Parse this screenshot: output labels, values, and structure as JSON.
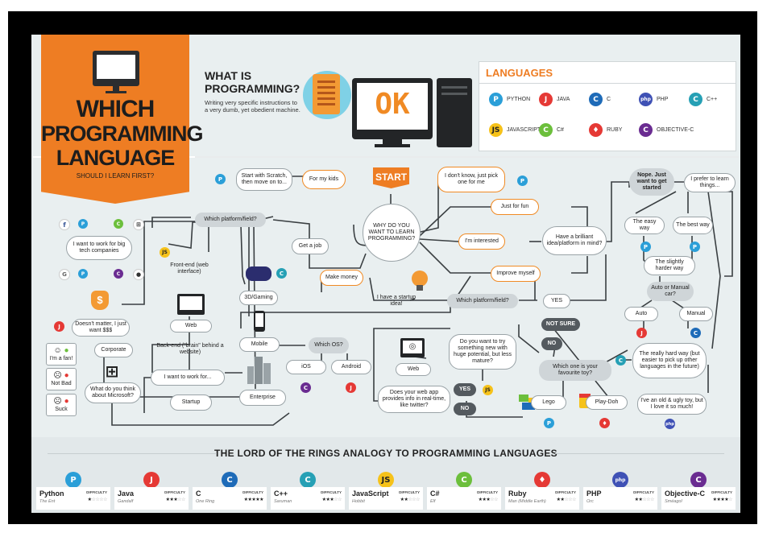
{
  "title": {
    "line1": "WHICH",
    "line2": "PROGRAMMING",
    "line3": "LANGUAGE",
    "sub": "SHOULD I LEARN FIRST?"
  },
  "what": {
    "heading1": "WHAT IS",
    "heading2": "PROGRAMMING?",
    "desc": "Writing very specific instructions to a very dumb, yet obedient machine.",
    "monitor_text": "OK"
  },
  "languages": {
    "heading": "LANGUAGES",
    "items": [
      {
        "name": "PYTHON",
        "icon": "python-icon",
        "color": "#2b9fd8",
        "glyph": "P"
      },
      {
        "name": "JAVA",
        "icon": "java-icon",
        "color": "#e53935",
        "glyph": "J"
      },
      {
        "name": "C",
        "icon": "c-icon",
        "color": "#1e6bb8",
        "glyph": "C"
      },
      {
        "name": "PHP",
        "icon": "php-icon",
        "color": "#3f51b5",
        "glyph": "php"
      },
      {
        "name": "C++",
        "icon": "cpp-icon",
        "color": "#26a0b5",
        "glyph": "C"
      },
      {
        "name": "JAVASCRIPT",
        "icon": "javascript-icon",
        "color": "#f6c21a",
        "glyph": "JS"
      },
      {
        "name": "C#",
        "icon": "csharp-icon",
        "color": "#6cbf3c",
        "glyph": "C"
      },
      {
        "name": "RUBY",
        "icon": "ruby-icon",
        "color": "#e53935",
        "glyph": "♦"
      },
      {
        "name": "OBJECTIVE-C",
        "icon": "objective-c-icon",
        "color": "#6a2c91",
        "glyph": "C"
      }
    ]
  },
  "flow": {
    "start": "START",
    "why": "WHY DO YOU WANT TO LEARN PROGRAMMING?",
    "for_my_kids": "For my kids",
    "scratch": "Start with Scratch, then move on to...",
    "dont_know": "I don't know, just pick one for me",
    "just_for_fun": "Just for fun",
    "interested": "I'm interested",
    "improve_myself": "Improve myself",
    "brilliant": "Have a brilliant idea/platform in mind?",
    "yes": "YES",
    "which_platform_1": "Which platform/field?",
    "which_platform_2": "Which platform/field?",
    "get_a_job": "Get a job",
    "make_money": "Make money",
    "startup_idea": "I have a startup idea!",
    "big_tech": "I want to work for big tech companies",
    "doesnt_matter": "Doesn't matter, I just want $$$",
    "money_symbol": "$",
    "front_end": "Front-end (web interface)",
    "web": "Web",
    "back_end": "Back-end (\"brain\" behind a website)",
    "want_to_work_for": "I want to work for...",
    "corporate": "Corporate",
    "startup": "Startup",
    "microsoft": "What do you think about Microsoft?",
    "fan": "I'm a fan!",
    "not_bad": "Not Bad",
    "suck": "Suck",
    "gaming": "3D/Gaming",
    "mobile": "Mobile",
    "which_os": "Which OS?",
    "ios": "iOS",
    "android": "Android",
    "enterprise": "Enterprise",
    "web2": "Web",
    "huge_potential": "Do you want to try something new with huge potential, but less mature?",
    "realtime": "Does your web app provides info in real-time, like twitter?",
    "yes2": "YES",
    "no2": "NO",
    "not_sure": "NOT SURE",
    "no": "NO",
    "favourite_toy": "Which one is your favourite toy?",
    "lego": "Lego",
    "play_doh": "Play-Doh",
    "old_toy": "I've an old & ugly toy, but I love it so much!",
    "nope": "Nope. Just want to get started",
    "prefer": "I prefer to learn things...",
    "easy_way": "The easy way",
    "best_way": "The best way",
    "slightly_harder": "The slightly harder way",
    "auto_manual": "Auto or Manual car?",
    "auto": "Auto",
    "manual": "Manual",
    "really_hard": "The really hard way (but easier to pick up other languages in the future)"
  },
  "lotr": {
    "heading": "THE LORD OF THE RINGS ANALOGY TO PROGRAMMING LANGUAGES",
    "difficulty_label": "DIFFICULTY",
    "items": [
      {
        "name": "Python",
        "sub": "The Ent",
        "color": "#2b9fd8",
        "glyph": "P",
        "stars": 1
      },
      {
        "name": "Java",
        "sub": "Gandalf",
        "color": "#e53935",
        "glyph": "J",
        "stars": 3
      },
      {
        "name": "C",
        "sub": "One Ring",
        "color": "#1e6bb8",
        "glyph": "C",
        "stars": 5
      },
      {
        "name": "C++",
        "sub": "Saruman",
        "color": "#26a0b5",
        "glyph": "C",
        "stars": 3
      },
      {
        "name": "JavaScript",
        "sub": "Hobbit",
        "color": "#f6c21a",
        "glyph": "JS",
        "stars": 2
      },
      {
        "name": "C#",
        "sub": "Elf",
        "color": "#6cbf3c",
        "glyph": "C",
        "stars": 3
      },
      {
        "name": "Ruby",
        "sub": "Man (Middle Earth)",
        "color": "#e53935",
        "glyph": "♦",
        "stars": 2
      },
      {
        "name": "PHP",
        "sub": "Orc",
        "color": "#3f51b5",
        "glyph": "php",
        "stars": 2
      },
      {
        "name": "Objective-C",
        "sub": "Sméagol",
        "color": "#6a2c91",
        "glyph": "C",
        "stars": 4
      }
    ]
  }
}
